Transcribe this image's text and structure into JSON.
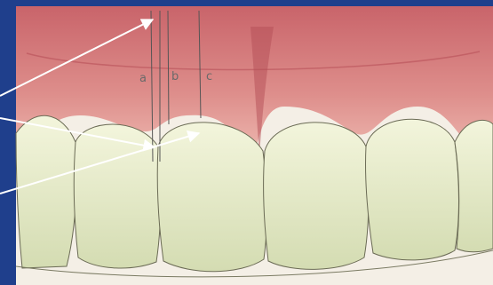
{
  "labels": {
    "a": "a",
    "b": "b",
    "c": "c"
  },
  "colors": {
    "slide_background": "#1f3f8c",
    "gingiva": "#d98a86",
    "tooth": "#e2e8c4",
    "arrow": "#ffffff"
  }
}
